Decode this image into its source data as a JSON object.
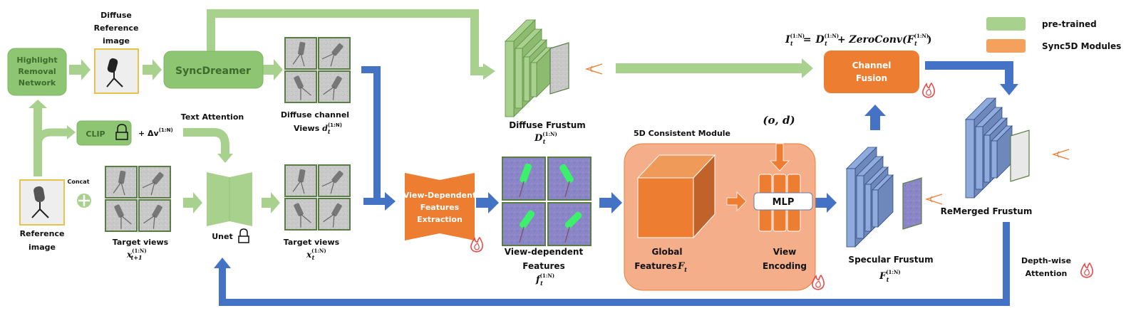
{
  "colors": {
    "pretrained_green": "#a9d18e",
    "green_box": "#8dc572",
    "green_dark_text": "#3d6b2c",
    "sync5d_orange": "#ed7d31",
    "legend_orange": "#f4a15d",
    "module_bg": "#f4ae8a",
    "blue_arrow": "#4472c4",
    "frustum_blue": "#8faadc",
    "flame_red": "#e74a4a"
  },
  "legend": {
    "pretrained": "pre-trained",
    "sync5d": "Sync5D Modules"
  },
  "nodes": {
    "highlight_removal": [
      "Highlight",
      "Removal",
      "Network"
    ],
    "diffuse_reference": [
      "Diffuse",
      "Reference",
      "image"
    ],
    "syncdreamer": "SyncDreamer",
    "clip": "CLIP",
    "delta_v": "+ Δv",
    "delta_v_sup": "(1:N)",
    "text_attention": "Text Attention",
    "reference_image": [
      "Reference",
      "image"
    ],
    "concat": "Concat",
    "target_views_t1": "Target views",
    "target_views_t1_math": "x",
    "target_views_t1_sup": "(1:N)",
    "target_views_t1_sub": "t+1",
    "unet": "Unet",
    "diffuse_channel_views": "Diffuse channel",
    "diffuse_channel_views2": "Views",
    "diffuse_channel_math": "d",
    "target_views_t": "Target views",
    "target_views_t_math": "x",
    "view_dependent_extraction": [
      "View-Dependent",
      "Features",
      "Extraction"
    ],
    "view_dependent_features": [
      "View-dependent",
      "Features"
    ],
    "view_dependent_math": "f",
    "diffuse_frustum": "Diffuse Frustum",
    "diffuse_frustum_math": "D",
    "module_title": "5D Consistent Module",
    "od": "(o, d)",
    "global_features": "Global",
    "global_features2": "Features",
    "global_features_math": "F",
    "mlp": "MLP",
    "view_encoding": [
      "View",
      "Encoding"
    ],
    "channel_fusion": [
      "Channel",
      "Fusion"
    ],
    "specular_frustum": "Specular Frustum",
    "specular_frustum_math": "F",
    "remerged_frustum": "ReMerged Frustum",
    "depthwise_attention": [
      "Depth-wise",
      "Attention"
    ],
    "sup": "(1:N)",
    "sub_t": "t"
  },
  "equation": {
    "lhs": "I",
    "d_term": "D",
    "plus": "+ ZeroConv(",
    "f_term": "F",
    "close": ")",
    "equals": "=",
    "sup": "(1:N)",
    "sub": "t"
  }
}
